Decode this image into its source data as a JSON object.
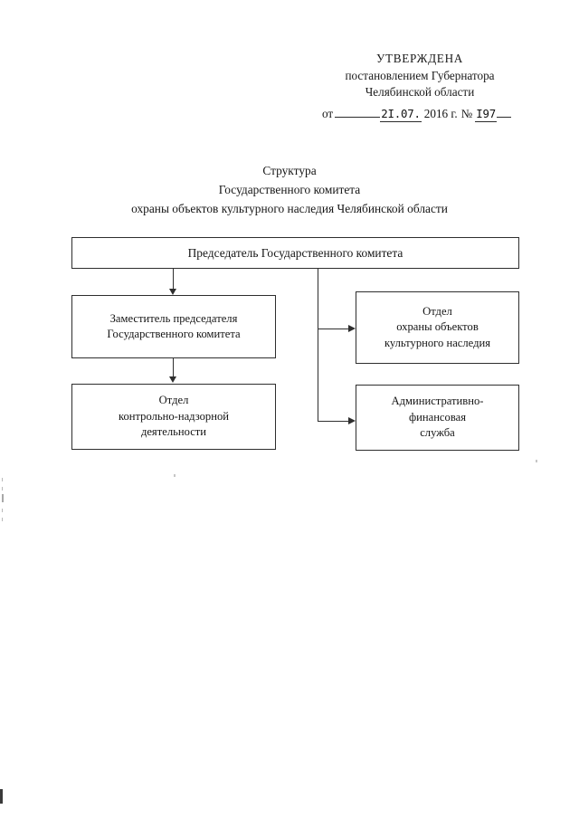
{
  "approval": {
    "line1": "УТВЕРЖДЕНА",
    "line2": "постановлением Губернатора",
    "line3": "Челябинской области",
    "date_label": "от",
    "date_day": "2I.07.",
    "date_year": "2016 г.",
    "number_sign": "№",
    "number_value": "I97"
  },
  "title": {
    "line1": "Структура",
    "line2": "Государственного комитета",
    "line3": "охраны объектов культурного наследия Челябинской области"
  },
  "chart_data": {
    "type": "diagram",
    "title": "Структура Государственного комитета охраны объектов культурного наследия Челябинской области",
    "nodes": [
      {
        "id": "chairman",
        "label": "Председатель Государственного комитета"
      },
      {
        "id": "deputy",
        "label": "Заместитель председателя\nГосударственного комитета"
      },
      {
        "id": "control",
        "label": "Отдел\nконтрольно-надзорной\nдеятельности"
      },
      {
        "id": "heritage",
        "label": "Отдел\nохраны объектов\nкультурного наследия"
      },
      {
        "id": "finance",
        "label": "Административно-\nфинансовая\nслужба"
      }
    ],
    "edges": [
      {
        "from": "chairman",
        "to": "deputy",
        "direction": "down"
      },
      {
        "from": "deputy",
        "to": "control",
        "direction": "down"
      },
      {
        "from": "chairman",
        "to": "heritage",
        "direction": "right"
      },
      {
        "from": "chairman",
        "to": "finance",
        "direction": "right"
      }
    ]
  },
  "nodes": {
    "chairman": "Председатель Государственного комитета",
    "deputy_l1": "Заместитель председателя",
    "deputy_l2": "Государственного комитета",
    "control_l1": "Отдел",
    "control_l2": "контрольно-надзорной",
    "control_l3": "деятельности",
    "heritage_l1": "Отдел",
    "heritage_l2": "охраны объектов",
    "heritage_l3": "культурного наследия",
    "finance_l1": "Административно-",
    "finance_l2": "финансовая",
    "finance_l3": "служба"
  }
}
